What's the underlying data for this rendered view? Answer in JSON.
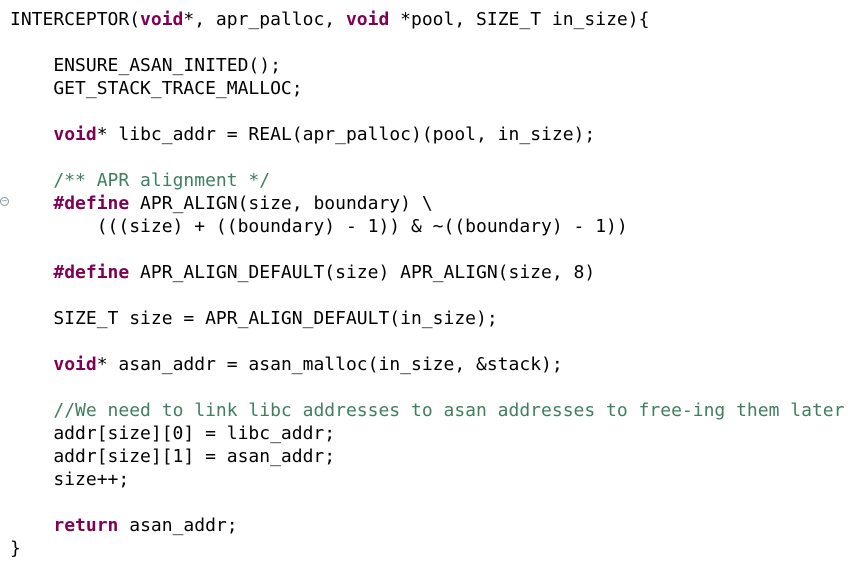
{
  "editor": {
    "fold_marker": "−",
    "lines": [
      [
        {
          "t": "INTERCEPTOR("
        },
        {
          "t": "void",
          "c": "kw"
        },
        {
          "t": "*, apr_palloc, "
        },
        {
          "t": "void",
          "c": "kw"
        },
        {
          "t": " *pool, SIZE_T in_size){"
        }
      ],
      [],
      [
        {
          "t": "    ENSURE_ASAN_INITED();"
        }
      ],
      [
        {
          "t": "    GET_STACK_TRACE_MALLOC;"
        }
      ],
      [],
      [
        {
          "t": "    "
        },
        {
          "t": "void",
          "c": "kw"
        },
        {
          "t": "* libc_addr = REAL(apr_palloc)(pool, in_size);"
        }
      ],
      [],
      [
        {
          "t": "    "
        },
        {
          "t": "/** APR alignment */",
          "c": "cm"
        }
      ],
      [
        {
          "t": "    "
        },
        {
          "t": "#define",
          "c": "kw"
        },
        {
          "t": " APR_ALIGN(size, boundary) \\"
        }
      ],
      [
        {
          "t": "        (((size) + ((boundary) - 1)) & ~((boundary) - 1))"
        }
      ],
      [],
      [
        {
          "t": "    "
        },
        {
          "t": "#define",
          "c": "kw"
        },
        {
          "t": " APR_ALIGN_DEFAULT(size) APR_ALIGN(size, 8)"
        }
      ],
      [],
      [
        {
          "t": "    SIZE_T size = APR_ALIGN_DEFAULT(in_size);"
        }
      ],
      [],
      [
        {
          "t": "    "
        },
        {
          "t": "void",
          "c": "kw"
        },
        {
          "t": "* asan_addr = asan_malloc(in_size, &stack);"
        }
      ],
      [],
      [
        {
          "t": "    "
        },
        {
          "t": "//We need to link libc addresses to asan addresses to free-ing them later",
          "c": "cm"
        }
      ],
      [
        {
          "t": "    addr[size][0] = libc_addr;"
        }
      ],
      [
        {
          "t": "    addr[size][1] = asan_addr;"
        }
      ],
      [
        {
          "t": "    size++;"
        }
      ],
      [],
      [
        {
          "t": "    "
        },
        {
          "t": "return",
          "c": "kw"
        },
        {
          "t": " asan_addr;"
        }
      ],
      [
        {
          "t": "}"
        }
      ]
    ]
  }
}
